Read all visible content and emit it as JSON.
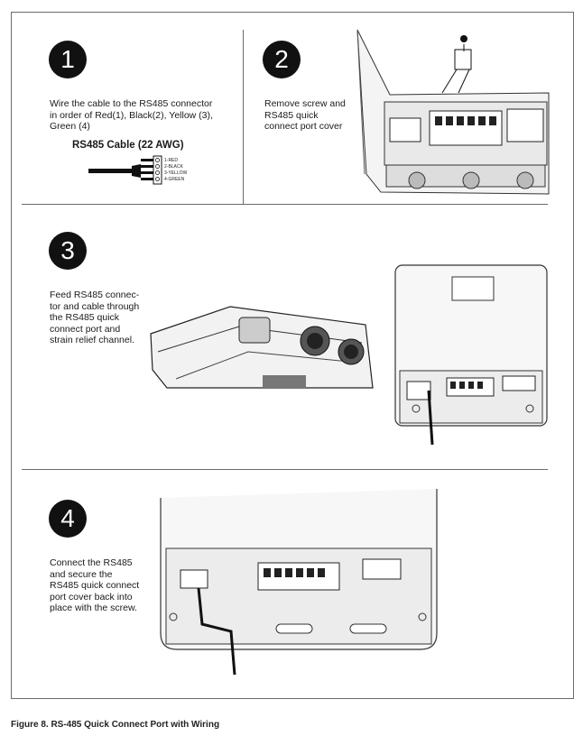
{
  "steps": [
    {
      "number": "1",
      "text": [
        "Wire the cable to the RS485 connector",
        "in order of Red(1), Black(2), Yellow (3),",
        "Green (4)"
      ]
    },
    {
      "number": "2",
      "text": [
        "Remove screw and",
        "RS485 quick",
        "connect port cover"
      ]
    },
    {
      "number": "3",
      "text": [
        "Feed RS485 connec-",
        "tor and cable through",
        "the RS485 quick",
        "connect port and",
        "strain relief channel."
      ]
    },
    {
      "number": "4",
      "text": [
        "Connect the RS485",
        "and secure the",
        "RS485 quick connect",
        "port cover back into",
        "place with the screw."
      ]
    }
  ],
  "cable": {
    "title": "RS485 Cable (22 AWG)",
    "wires": [
      "1-RED",
      "2-BLACK",
      "3-YELLOW",
      "4-GREEN"
    ]
  },
  "caption": "Figure 8.   RS-485 Quick Connect Port with Wiring"
}
